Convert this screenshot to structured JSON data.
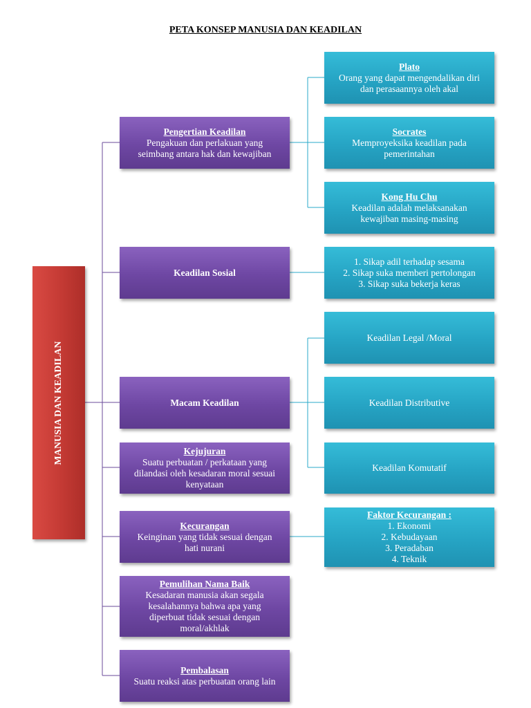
{
  "title": "PETA KONSEP MANUSIA DAN KEADILAN",
  "root": {
    "label": "MANUSIA DAN KEADILAN"
  },
  "colors": {
    "root": "#c43a34",
    "level1": "#7650ad",
    "level2": "#2aa8c8",
    "connector": "#6a4a9a"
  },
  "level1": [
    {
      "heading": "Pengertian Keadilan",
      "lines": [
        "Pengakuan dan perlakuan yang",
        "seimbang antara hak dan kewajiban"
      ]
    },
    {
      "heading": "",
      "label": "Keadilan Sosial"
    },
    {
      "heading": "",
      "label": "Macam Keadilan"
    },
    {
      "heading": "Kejujuran",
      "lines": [
        "Suatu perbuatan / perkataan yang",
        "dilandasi oleh kesadaran moral sesuai",
        "kenyataan"
      ]
    },
    {
      "heading": "Kecurangan",
      "lines": [
        "Keinginan yang tidak sesuai dengan",
        "hati nurani"
      ]
    },
    {
      "heading": "Pemulihan Nama Baik",
      "lines": [
        "Kesadaran manusia akan segala",
        "kesalahannya bahwa apa yang",
        "diperbuat tidak sesuai dengan",
        "moral/akhlak"
      ]
    },
    {
      "heading": "Pembalasan",
      "lines": [
        "Suatu reaksi atas perbuatan orang lain"
      ]
    }
  ],
  "level2": {
    "plato": {
      "heading": "Plato",
      "lines": [
        "Orang yang dapat mengendalikan diri",
        "dan perasaannya oleh akal"
      ]
    },
    "socrates": {
      "heading": "Socrates",
      "lines": [
        "Memproyeksika keadilan pada",
        "pemerintahan"
      ]
    },
    "konghuchu": {
      "heading": "Kong Hu Chu",
      "lines": [
        "Keadilan adalah melaksanakan",
        "kewajiban masing-masing"
      ]
    },
    "sosial": {
      "lines": [
        "1. Sikap adil terhadap sesama",
        "2. Sikap suka memberi pertolongan",
        "3. Sikap suka bekerja keras"
      ]
    },
    "legal": {
      "label": "Keadilan Legal /Moral"
    },
    "distributive": {
      "label": "Keadilan Distributive"
    },
    "komutatif": {
      "label": "Keadilan Komutatif"
    },
    "faktor": {
      "heading": "Faktor Kecurangan :",
      "lines": [
        "1. Ekonomi",
        "2. Kebudayaan",
        "3. Peradaban",
        "4. Teknik"
      ]
    }
  }
}
